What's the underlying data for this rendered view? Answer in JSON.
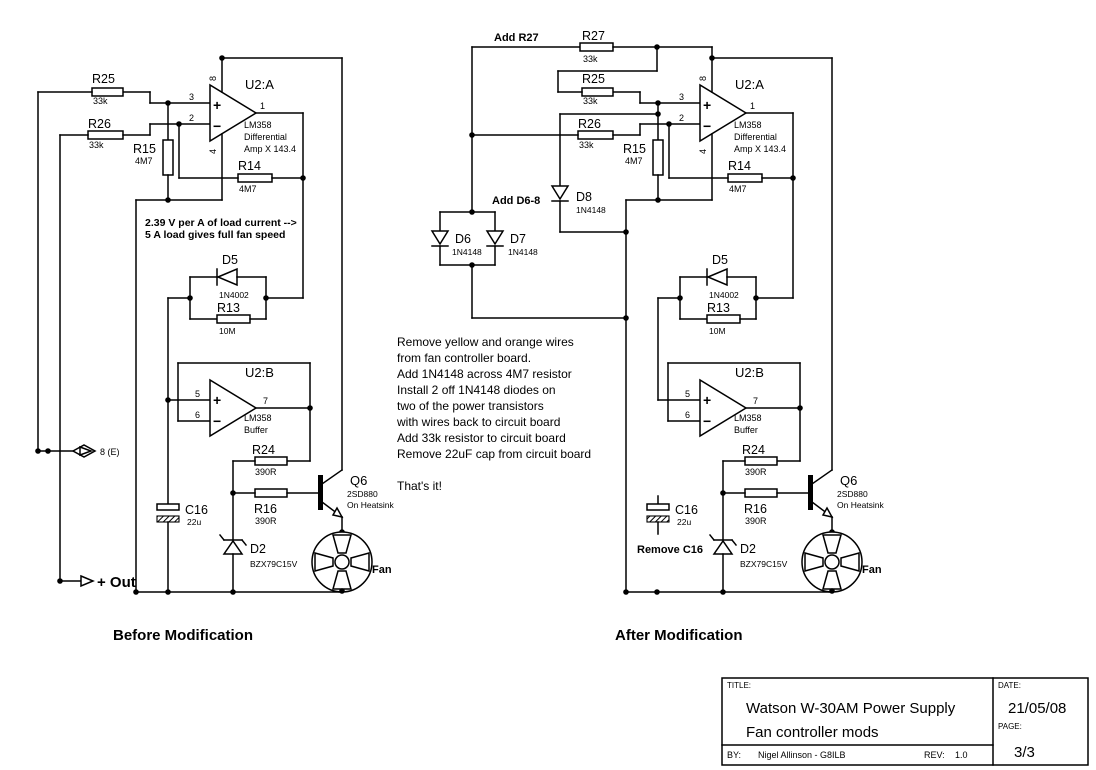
{
  "captions": {
    "before": "Before Modification",
    "after": "After Modification"
  },
  "gain_note": {
    "line1": "2.39 V per A of load current  -->",
    "line2": "5 A load gives full fan speed"
  },
  "notes": {
    "lines": [
      "Remove yellow and orange wires",
      "from fan controller board.",
      "Add 1N4148 across 4M7 resistor",
      "Install 2 off 1N4148 diodes on",
      "two of the power transistors",
      "with wires back to circuit board",
      "Add 33k resistor to circuit board",
      "Remove 22uF cap from circuit board"
    ],
    "closing": "That's it!"
  },
  "annotations": {
    "add_r27": "Add R27",
    "add_d6_8": "Add D6-8",
    "remove_c16": "Remove C16"
  },
  "tags": {
    "pin8e": "8 (E)",
    "plus_out": "+ Out"
  },
  "opamp_a": {
    "name": "U2:A",
    "part": "LM358",
    "desc1": "Differential",
    "desc2": "Amp X 143.4",
    "plus": "+",
    "minus": "−",
    "pin_plus": "3",
    "pin_minus": "2",
    "pin_out": "1",
    "pin_v": "8",
    "pin_g": "4"
  },
  "opamp_b": {
    "name": "U2:B",
    "part": "LM358",
    "desc1": "Buffer",
    "plus": "+",
    "minus": "−",
    "pin_plus": "5",
    "pin_minus": "6",
    "pin_out": "7"
  },
  "components": {
    "r25": {
      "ref": "R25",
      "val": "33k"
    },
    "r26": {
      "ref": "R26",
      "val": "33k"
    },
    "r27": {
      "ref": "R27",
      "val": "33k"
    },
    "r15": {
      "ref": "R15",
      "val": "4M7"
    },
    "r14": {
      "ref": "R14",
      "val": "4M7"
    },
    "r13": {
      "ref": "R13",
      "val": "10M"
    },
    "r24": {
      "ref": "R24",
      "val": "390R"
    },
    "r16": {
      "ref": "R16",
      "val": "390R"
    },
    "d5": {
      "ref": "D5",
      "val": "1N4002"
    },
    "d2": {
      "ref": "D2",
      "val": "BZX79C15V"
    },
    "d6": {
      "ref": "D6",
      "val": "1N4148"
    },
    "d7": {
      "ref": "D7",
      "val": "1N4148"
    },
    "d8": {
      "ref": "D8",
      "val": "1N4148"
    },
    "c16": {
      "ref": "C16",
      "val": "22u"
    },
    "q6": {
      "ref": "Q6",
      "val": "2SD880",
      "note": "On Heatsink"
    },
    "fan": {
      "ref": "Fan"
    }
  },
  "title_block": {
    "title_label": "TITLE:",
    "title_line1": "Watson W-30AM Power Supply",
    "title_line2": "Fan controller mods",
    "by_label": "BY:",
    "by_value": "Nigel Allinson - G8ILB",
    "rev_label": "REV:",
    "rev_value": "1.0",
    "date_label": "DATE:",
    "date_value": "21/05/08",
    "page_label": "PAGE:",
    "page_value": "3/3"
  }
}
